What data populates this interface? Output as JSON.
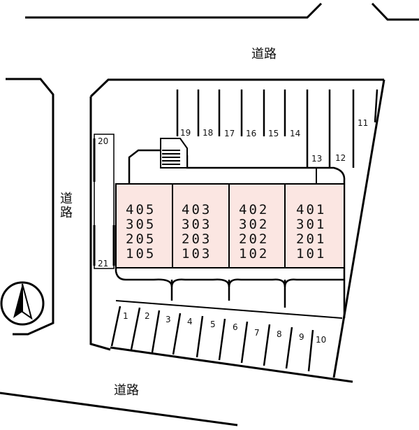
{
  "roads": {
    "north": "道路",
    "west_top": "道",
    "west_bottom": "路",
    "south": "道路"
  },
  "compass": {
    "icon": "north-arrow-icon"
  },
  "parking_top": [
    "19",
    "18",
    "17",
    "16",
    "15",
    "14",
    "13",
    "12",
    "11"
  ],
  "parking_side": [
    "20",
    "21"
  ],
  "parking_bottom": [
    "1",
    "2",
    "3",
    "4",
    "5",
    "6",
    "7",
    "8",
    "9",
    "10"
  ],
  "units": [
    [
      "405",
      "305",
      "205",
      "105"
    ],
    [
      "403",
      "303",
      "203",
      "103"
    ],
    [
      "402",
      "302",
      "202",
      "102"
    ],
    [
      "401",
      "301",
      "201",
      "101"
    ]
  ],
  "colors": {
    "building_fill": "#fbe6e2",
    "line": "#000000"
  }
}
